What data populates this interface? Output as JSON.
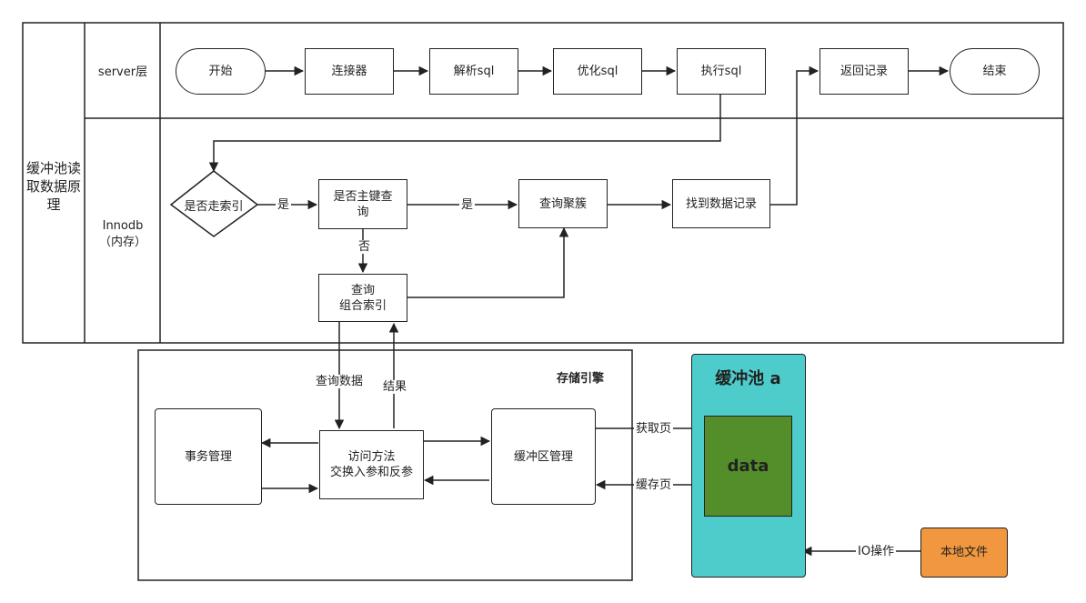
{
  "diagram": {
    "pool_title": "缓冲池读取数据原理",
    "lane_server": "server层",
    "lane_innodb": "Innodb\n（内存）",
    "nodes": {
      "start": "开始",
      "connector": "连接器",
      "parse": "解析sql",
      "optimize": "优化sql",
      "execute": "执行sql",
      "return_records": "返回记录",
      "end": "结束",
      "decision_index": "是否走索引",
      "primary_query": "是否主键查询",
      "cluster_query": "查询聚簇",
      "find_record": "找到数据记录",
      "composite_query": "查询\n组合索引",
      "storage_engine": "存储引擎",
      "txn_manage": "事务管理",
      "access_method": "访问方法\n交换入参和反参",
      "buffer_manage": "缓冲区管理",
      "buffer_pool": "缓冲池 a",
      "data": "data",
      "local_file": "本地文件"
    },
    "edge_labels": {
      "yes1": "是",
      "yes2": "是",
      "no": "否",
      "query_data": "查询数据",
      "result": "结果",
      "get_page": "获取页",
      "cache_page": "缓存页",
      "io_op": "IO操作"
    },
    "colors": {
      "buffer_pool_fill": "#4ecccc",
      "data_fill": "#548e2a",
      "local_file_fill": "#f0973f",
      "line": "#222222"
    }
  }
}
